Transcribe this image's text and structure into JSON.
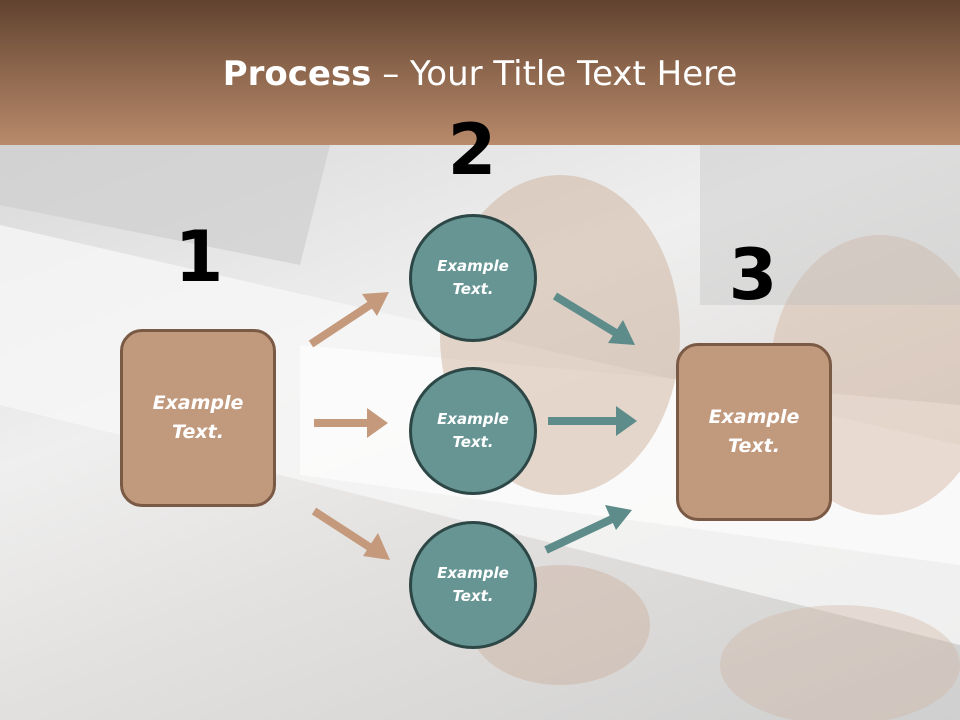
{
  "title": {
    "bold": "Process",
    "rest": " – Your Title Text Here"
  },
  "steps": {
    "one": "1",
    "two": "2",
    "three": "3"
  },
  "left_box": {
    "text": "Example\nText."
  },
  "right_box": {
    "text": "Example\nText."
  },
  "circles": [
    {
      "text": "Example\nText."
    },
    {
      "text": "Example\nText."
    },
    {
      "text": "Example\nText."
    }
  ],
  "colors": {
    "header": "#8a644b",
    "box_fill": "#c19a7e",
    "circle_fill": "#669593",
    "tan_arrow": "#c59a7c",
    "teal_arrow": "#5e8c8a"
  }
}
